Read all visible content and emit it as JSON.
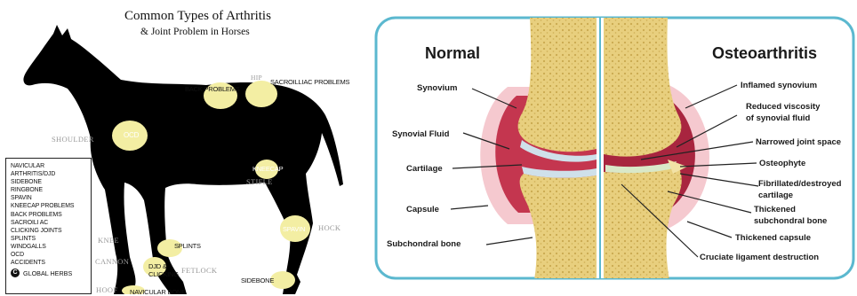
{
  "horse": {
    "title": "Common Types of Arthritis",
    "subtitle": "& Joint Problem in Horses",
    "spots": {
      "back_problems": "BACK PROBLEMS",
      "hip": "HIP",
      "sacroiliac": "SACROILLIAC PROBLEMS",
      "ocd": "OCD",
      "kneecap": "KNEECAP",
      "splints": "SPLINTS",
      "djd": "DJD &",
      "clicking": "CLICKING",
      "spavin": "SPAVIN",
      "sidebone": "SIDEBONE",
      "navicular_bone": "NAVICULAR BONE"
    },
    "body_parts": {
      "shoulder": "SHOULDER",
      "stifle": "STIFLE",
      "knee": "KNEE",
      "cannon": "CANNON",
      "fetlock": "FETLOCK",
      "hock": "HOCK",
      "hoof": "HOOF"
    },
    "legend": [
      "NAVICULAR",
      "ARTHRITIS/DJD",
      "SIDEBONE",
      "RINGBONE",
      "SPAVIN",
      "KNEECAP PROBLEMS",
      "BACK PROBLEMS",
      "SACROILI AC",
      "CLICKING JOINTS",
      "SPLINTS",
      "WINDGALLS",
      "OCD",
      "ACCIDENTS"
    ],
    "brand_mark": "C",
    "brand": "GLOBAL HERBS",
    "colors": {
      "spot": "#f3eea3",
      "silhouette": "#000000"
    }
  },
  "joint": {
    "left_heading": "Normal",
    "right_heading": "Osteoarthritis",
    "left_labels": {
      "synovium": "Synovium",
      "synovial_fluid": "Synovial Fluid",
      "cartilage": "Cartilage",
      "capsule": "Capsule",
      "subchondral_bone": "Subchondral bone"
    },
    "right_labels": {
      "inflamed_synovium": "Inflamed synovium",
      "reduced_viscosity_1": "Reduced viscosity",
      "reduced_viscosity_2": "of synovial fluid",
      "narrowed_joint_space": "Narrowed joint space",
      "osteophyte": "Osteophyte",
      "fibrillated_1": "Fibrillated/destroyed",
      "fibrillated_2": "cartilage",
      "thickened_subchondral_1": "Thickened",
      "thickened_subchondral_2": "subchondral bone",
      "thickened_capsule": "Thickened capsule",
      "cruciate": "Cruciate ligament destruction"
    },
    "colors": {
      "frame": "#5bb8cf",
      "bone": "#e8cf7e",
      "synovium": "#c4364f",
      "cartilage": "#cfe0ea"
    }
  }
}
